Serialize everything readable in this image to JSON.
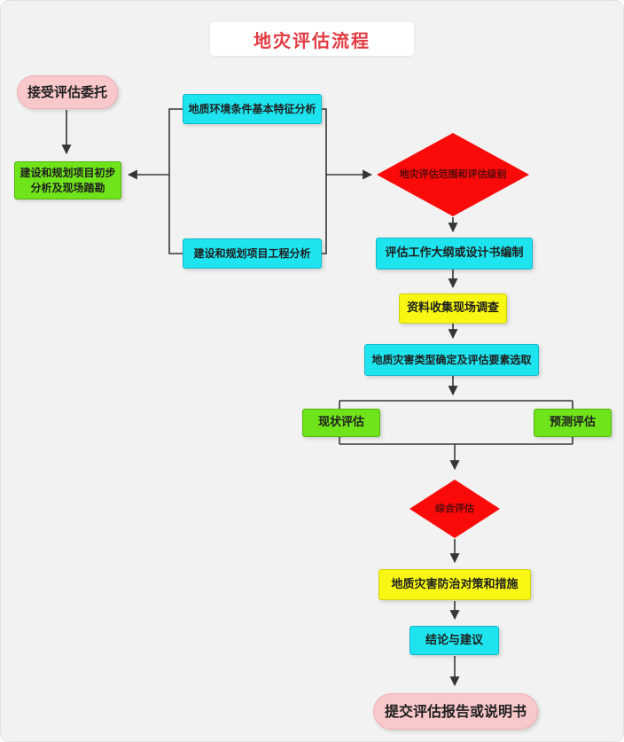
{
  "title": {
    "text": "地灾评估流程"
  },
  "colors": {
    "background": "#f1f2f1",
    "title_text": "#e23b42",
    "pink": "#f9c8cb",
    "green": "#70e41a",
    "cyan": "#1de4ee",
    "yellow": "#f8f713",
    "red": "#fb0a0a",
    "line": "#363636",
    "node_text": "#1f1f1f",
    "diamond_text": "#550a0a"
  },
  "nodes": {
    "start": {
      "label": "接受评估委托",
      "shape": "stadium",
      "fill": "pink"
    },
    "initial_analysis": {
      "label": "建设和规划项目初步分析及现场踏勘",
      "shape": "rect",
      "fill": "green"
    },
    "env_analysis": {
      "label": "地质环境条件基本特征分析",
      "shape": "rect",
      "fill": "cyan"
    },
    "eng_analysis": {
      "label": "建设和规划项目工程分析",
      "shape": "rect",
      "fill": "cyan"
    },
    "scope_level": {
      "label": "地灾评估范围和评估级别",
      "shape": "diamond",
      "fill": "red"
    },
    "work_outline": {
      "label": "评估工作大纲或设计书编制",
      "shape": "rect",
      "fill": "cyan"
    },
    "data_survey": {
      "label": "资料收集现场调查",
      "shape": "rect",
      "fill": "yellow"
    },
    "type_factor": {
      "label": "地质灾害类型确定及评估要素选取",
      "shape": "rect",
      "fill": "cyan"
    },
    "current_eval": {
      "label": "现状评估",
      "shape": "rect",
      "fill": "green"
    },
    "predict_eval": {
      "label": "预测评估",
      "shape": "rect",
      "fill": "green"
    },
    "comprehensive_eval": {
      "label": "综合评估",
      "shape": "diamond",
      "fill": "red"
    },
    "prevention": {
      "label": "地质灾害防治对策和措施",
      "shape": "rect",
      "fill": "yellow"
    },
    "conclusion": {
      "label": "结论与建议",
      "shape": "rect",
      "fill": "cyan"
    },
    "end": {
      "label": "提交评估报告或说明书",
      "shape": "stadium",
      "fill": "pink"
    }
  }
}
